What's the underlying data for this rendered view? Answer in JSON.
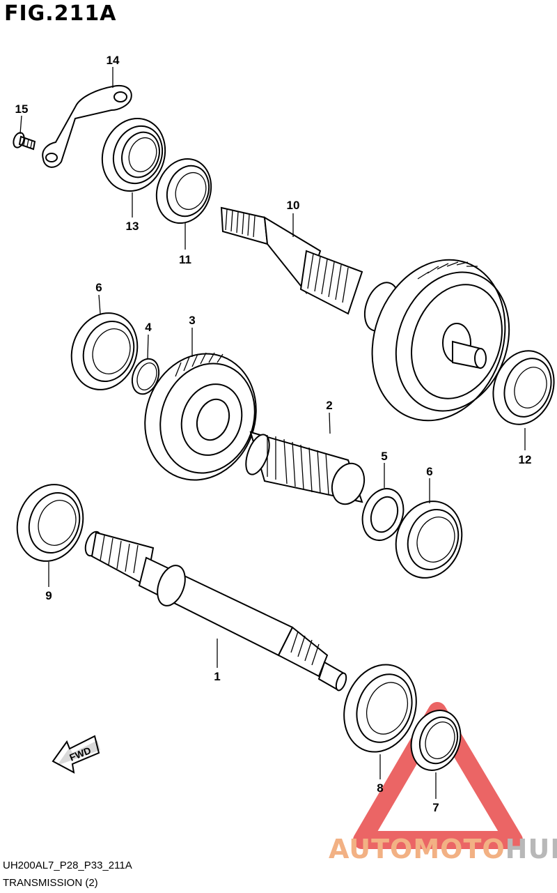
{
  "figure": {
    "title": "FIG.211A",
    "code": "UH200AL7_P28_P33_211A",
    "name": "TRANSMISSION (2)"
  },
  "fwd_label": "FWD",
  "watermark": {
    "part_a": "AUTOMOTO",
    "part_b": "HUB",
    "color_a": "#f2b184",
    "color_b": "#b8b8b8",
    "triangle_color": "#e84a4a"
  },
  "callouts": {
    "c1": "1",
    "c2": "2",
    "c3": "3",
    "c4": "4",
    "c5": "5",
    "c6a": "6",
    "c6b": "6",
    "c7": "7",
    "c8": "8",
    "c9": "9",
    "c10": "10",
    "c11": "11",
    "c12": "12",
    "c13": "13",
    "c14": "14",
    "c15": "15"
  }
}
